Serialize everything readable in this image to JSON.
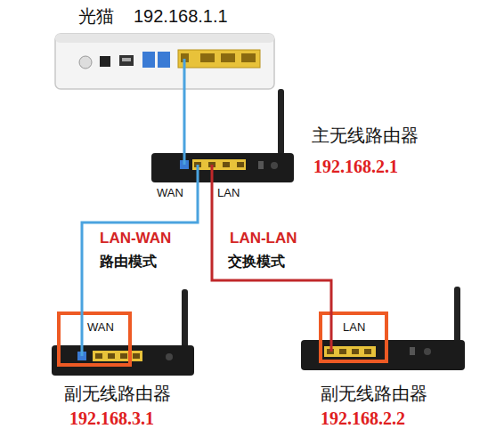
{
  "diagram": {
    "nodes": [
      {
        "text": [
          "光猫",
          "192.168.1.1"
        ]
      },
      {
        "text": [
          "主无线路由器",
          "192.168.2.1"
        ]
      },
      {
        "text": [
          "副无线路由器",
          "192.168.3.1"
        ]
      },
      {
        "text": [
          "副无线路由器",
          "192.168.2.2"
        ]
      }
    ],
    "edges": [
      {
        "from": 0,
        "to": 1,
        "arrow": "none"
      },
      {
        "from": 1,
        "to": 2,
        "label": "LAN-WAN",
        "arrow": "none"
      },
      {
        "from": 1,
        "to": 3,
        "label": "LAN-LAN",
        "arrow": "none"
      }
    ],
    "labels": [
      "WAN",
      "LAN",
      "路由模式",
      "交换模式",
      "WAN",
      "LAN"
    ]
  }
}
